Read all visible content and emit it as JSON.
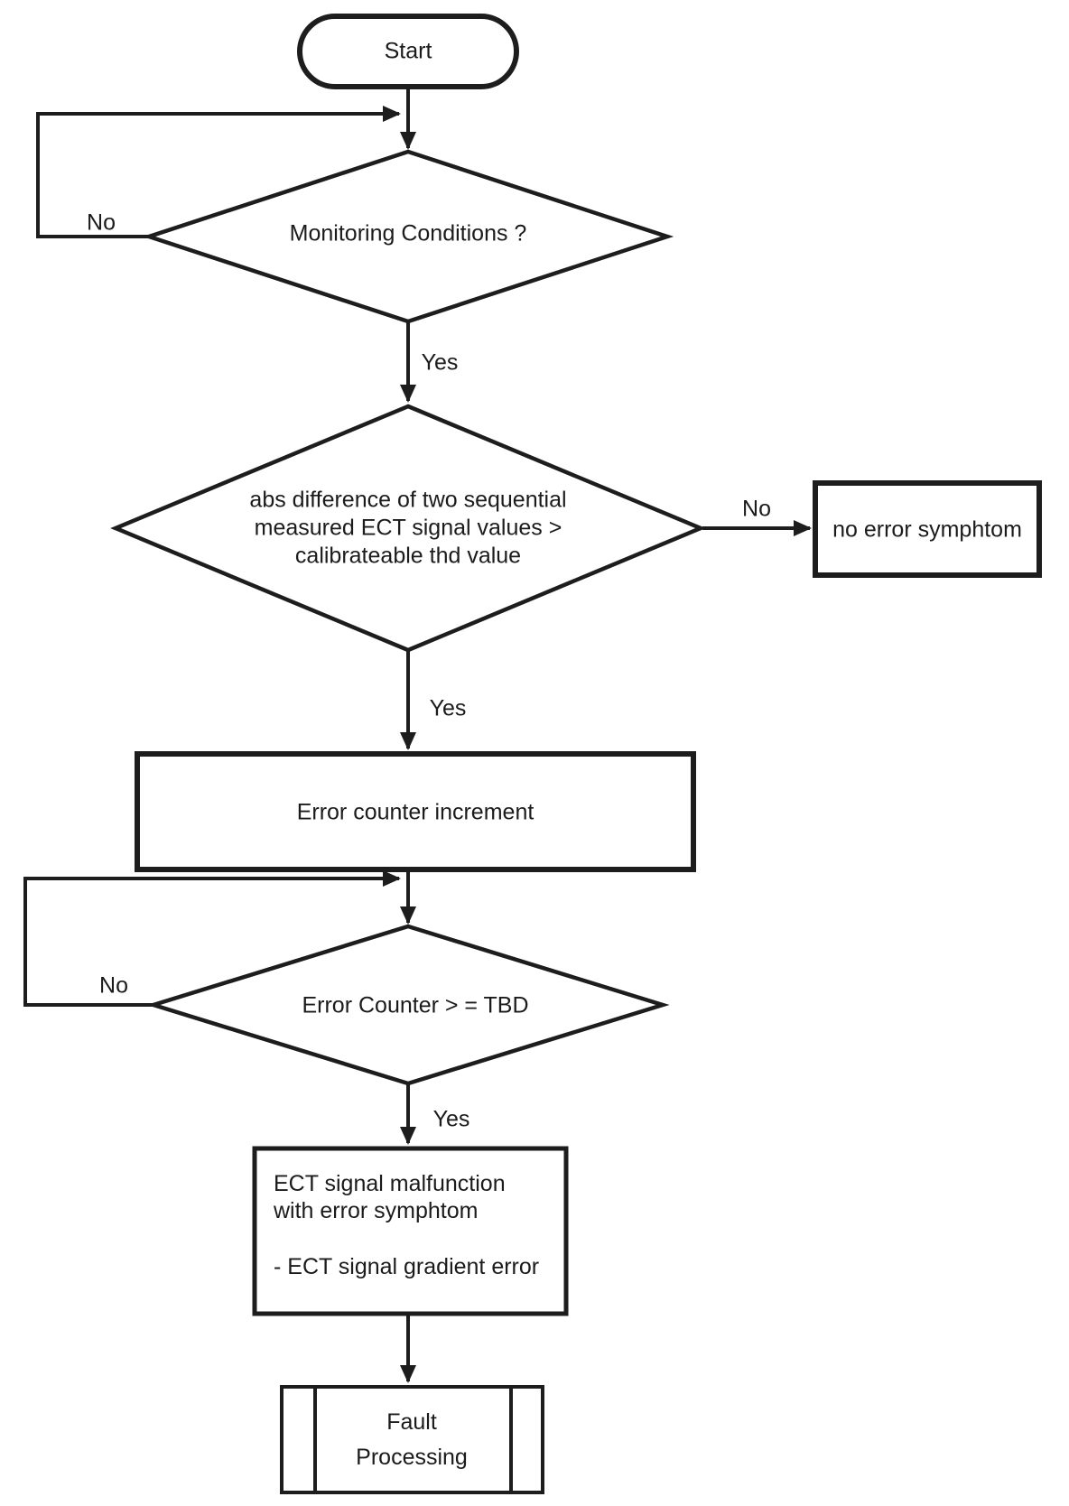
{
  "diagram": {
    "colors": {
      "line": "#1d1d1d",
      "background": "#ffffff"
    },
    "nodes": {
      "start": {
        "type": "terminator",
        "label": "Start"
      },
      "monitoring_decision": {
        "type": "decision",
        "label": "Monitoring Conditions ?"
      },
      "abs_diff_decision": {
        "type": "decision",
        "lines": [
          "abs difference of two sequential",
          "measured ECT signal values >",
          "calibrateable thd value"
        ]
      },
      "no_error_symptom": {
        "type": "process",
        "label": "no error symphtom"
      },
      "error_counter_increment": {
        "type": "process",
        "label": "Error counter increment"
      },
      "error_counter_decision": {
        "type": "decision",
        "label": "Error Counter > = TBD"
      },
      "ect_malfunction": {
        "type": "process",
        "lines": [
          "ECT signal malfunction",
          "with error symphtom"
        ],
        "note": "- ECT signal gradient error"
      },
      "fault_processing": {
        "type": "predefined-process",
        "lines": [
          "Fault",
          "Processing"
        ]
      }
    },
    "edge_labels": {
      "monitoring_no": "No",
      "monitoring_yes": "Yes",
      "abs_diff_no": "No",
      "abs_diff_yes": "Yes",
      "counter_no": "No",
      "counter_yes": "Yes"
    }
  }
}
